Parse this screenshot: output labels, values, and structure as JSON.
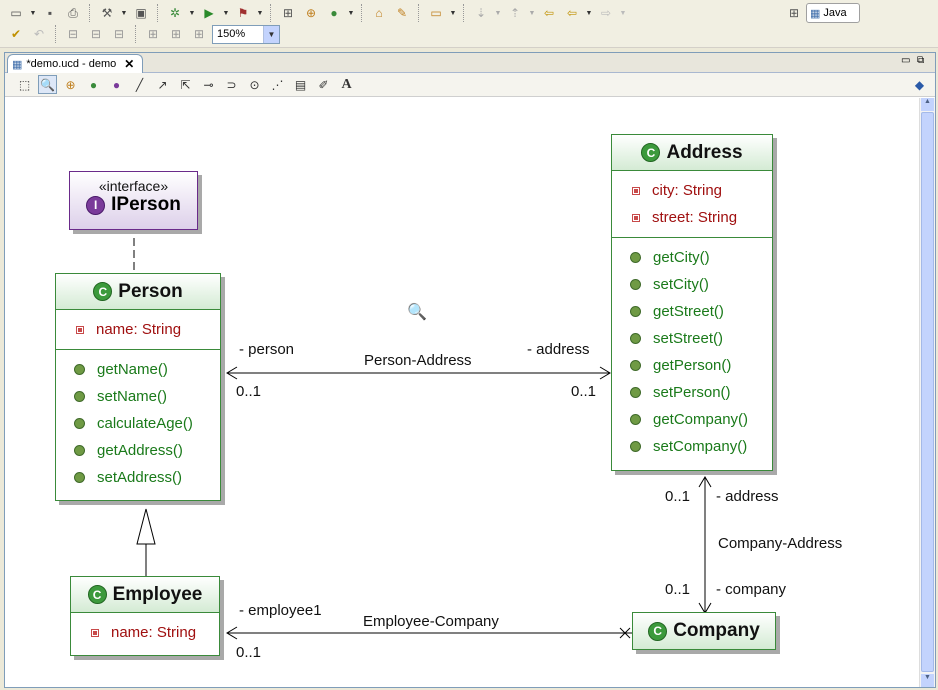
{
  "toolbar": {
    "zoom_value": "150%",
    "perspective_label": "Java"
  },
  "editor": {
    "tab_title": "*demo.ucd - demo"
  },
  "diagram": {
    "interface": {
      "stereotype": "«interface»",
      "name": "IPerson"
    },
    "classes": {
      "person": {
        "name": "Person",
        "attributes": [
          "name: String"
        ],
        "operations": [
          "getName()",
          "setName()",
          "calculateAge()",
          "getAddress()",
          "setAddress()"
        ]
      },
      "address": {
        "name": "Address",
        "attributes": [
          "city: String",
          "street: String"
        ],
        "operations": [
          "getCity()",
          "setCity()",
          "getStreet()",
          "setStreet()",
          "getPerson()",
          "setPerson()",
          "getCompany()",
          "setCompany()"
        ]
      },
      "employee": {
        "name": "Employee",
        "attributes": [
          "name: String"
        ]
      },
      "company": {
        "name": "Company"
      }
    },
    "associations": {
      "person_address": {
        "name": "Person-Address",
        "end1_role": "- person",
        "end1_mult": "0..1",
        "end2_role": "- address",
        "end2_mult": "0..1"
      },
      "company_address": {
        "name": "Company-Address",
        "end1_role": "- address",
        "end1_mult": "0..1",
        "end2_role": "- company",
        "end2_mult": "0..1"
      },
      "employee_company": {
        "name": "Employee-Company",
        "end1_role": "- employee1",
        "end1_mult": "0..1"
      }
    }
  }
}
